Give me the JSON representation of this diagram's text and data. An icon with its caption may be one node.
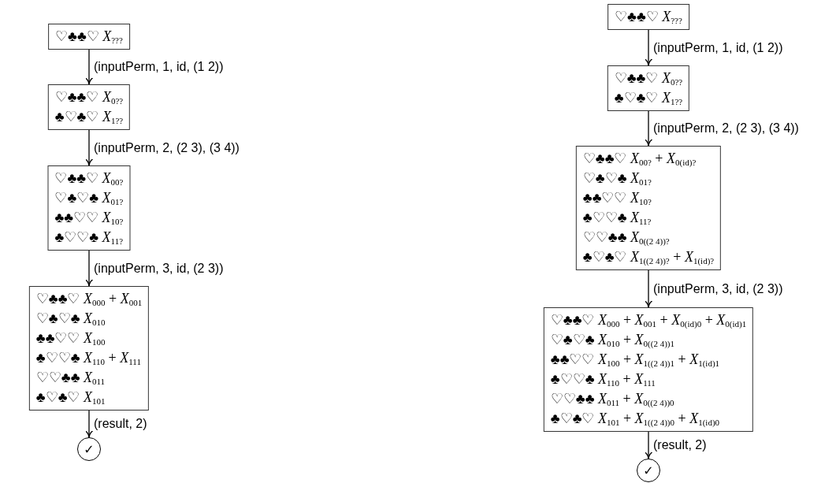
{
  "diagram": {
    "nodes": [
      {
        "text": [
          "♡♣♣♡ *X*$_{???}$"
        ]
      },
      {
        "text": [
          "♡♣♣♡ *X*$_{0??}$",
          "♣♡♣♡ *X*$_{1??}$"
        ]
      },
      {
        "text": [
          "♡♣♣♡ *X*$_{00?}$",
          "♡♣♡♣ *X*$_{01?}$",
          "♣♣♡♡ *X*$_{10?}$",
          "♣♡♡♣ *X*$_{11?}$"
        ]
      },
      {
        "text": [
          "♡♣♣♡ *X*$_{000}$ + *X*$_{001}$",
          "♡♣♡♣ *X*$_{010}$",
          "♣♣♡♡ *X*$_{100}$",
          "♣♡♡♣ *X*$_{110}$ + *X*$_{111}$",
          "♡♡♣♣ *X*$_{011}$",
          "♣♡♣♡ *X*$_{101}$"
        ]
      },
      {
        "text": [
          "✓"
        ]
      },
      {
        "text": [
          "♡♣♣♡ *X*$_{???}$"
        ]
      },
      {
        "text": [
          "♡♣♣♡ *X*$_{0??}$",
          "♣♡♣♡ *X*$_{1??}$"
        ]
      },
      {
        "text": [
          "♡♣♣♡ *X*$_{00?}$ + *X*$_{0(id)?}$",
          "♡♣♡♣ *X*$_{01?}$",
          "♣♣♡♡ *X*$_{10?}$",
          "♣♡♡♣ *X*$_{11?}$",
          "♡♡♣♣ *X*$_{0((2 4))?}$",
          "♣♡♣♡ *X*$_{1((2 4))?}$ + *X*$_{1(id)?}$"
        ]
      },
      {
        "text": [
          "♡♣♣♡ *X*$_{000}$ + *X*$_{001}$ + *X*$_{0(id)0}$ + *X*$_{0(id)1}$",
          "♡♣♡♣ *X*$_{010}$ + *X*$_{0((2 4))1}$",
          "♣♣♡♡ *X*$_{100}$ + *X*$_{1((2 4))1}$ + *X*$_{1(id)1}$",
          "♣♡♡♣ *X*$_{110}$ + *X*$_{111}$",
          "♡♡♣♣ *X*$_{011}$ + *X*$_{0((2 4))0}$",
          "♣♡♣♡ *X*$_{101}$ + *X*$_{1((2 4))0}$ + *X*$_{1(id)0}$"
        ]
      },
      {
        "text": [
          "✓"
        ]
      }
    ],
    "edges": [
      {
        "from": 0,
        "to": 1,
        "arrow": "to",
        "label": "(inputPerm, 1, id, (1 2))"
      },
      {
        "from": 1,
        "to": 2,
        "arrow": "to",
        "label": "(inputPerm, 2, (2 3), (3 4))"
      },
      {
        "from": 2,
        "to": 3,
        "arrow": "to",
        "label": "(inputPerm, 3, id, (2 3))"
      },
      {
        "from": 3,
        "to": 4,
        "arrow": "to",
        "label": "(result, 2)"
      },
      {
        "from": 5,
        "to": 6,
        "arrow": "to",
        "label": "(inputPerm, 1, id, (1 2))"
      },
      {
        "from": 6,
        "to": 7,
        "arrow": "to",
        "label": "(inputPerm, 2, (2 3), (3 4))"
      },
      {
        "from": 7,
        "to": 8,
        "arrow": "to",
        "label": "(inputPerm, 3, id, (2 3))"
      },
      {
        "from": 8,
        "to": 9,
        "arrow": "to",
        "label": "(result, 2)"
      }
    ]
  }
}
